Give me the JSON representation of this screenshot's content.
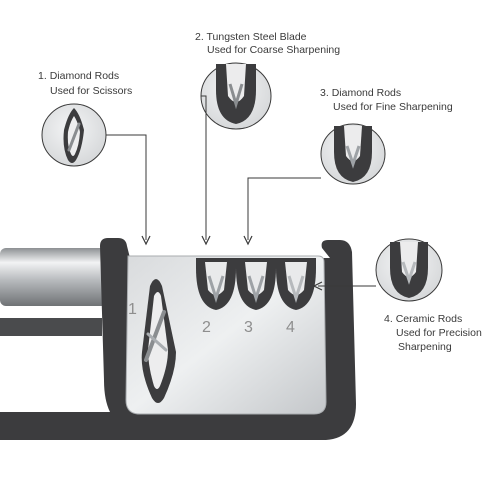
{
  "callouts": [
    {
      "number": "1.",
      "name": "Diamond Rods",
      "use": "Used for Scissors"
    },
    {
      "number": "2.",
      "name": "Tungsten Steel Blade",
      "use": "Used for Coarse Sharpening"
    },
    {
      "number": "3.",
      "name": "Diamond Rods",
      "use": "Used for Fine Sharpening"
    },
    {
      "number": "4.",
      "name": "Ceramic Rods",
      "use": "Used for Precision",
      "use2": "Sharpening"
    }
  ],
  "slot_numbers": [
    "1",
    "2",
    "3",
    "4"
  ],
  "colors": {
    "body": "#3c3c3e",
    "steel": "#c9cccf",
    "rod": "#a9adb1",
    "text": "#3a3a3a",
    "lens": "#e6e7e8"
  }
}
